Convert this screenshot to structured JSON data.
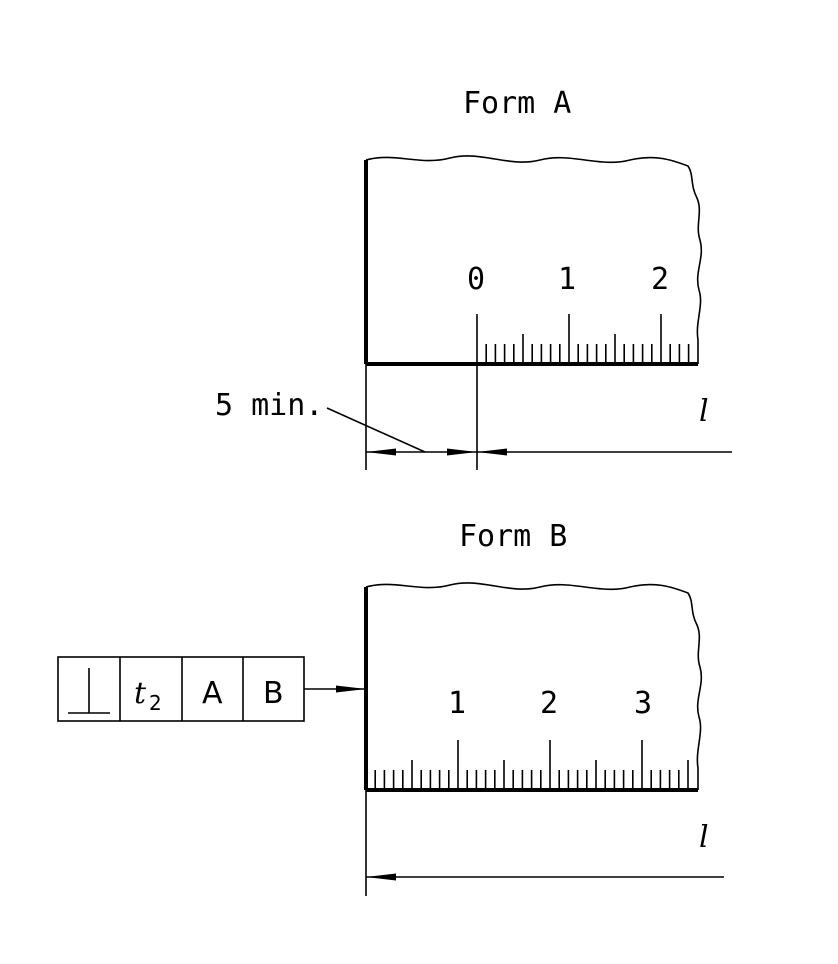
{
  "form_a": {
    "title": "Form A",
    "scale_numbers": [
      "0",
      "1",
      "2"
    ],
    "min_label": "5 min.",
    "length_symbol": "l"
  },
  "form_b": {
    "title": "Form B",
    "scale_numbers": [
      "1",
      "2",
      "3"
    ],
    "length_symbol": "l",
    "feature_control_frame": {
      "symbol": "⊥",
      "tolerance": "t",
      "tolerance_subscript": "2",
      "datum_1": "A",
      "datum_2": "B"
    }
  }
}
